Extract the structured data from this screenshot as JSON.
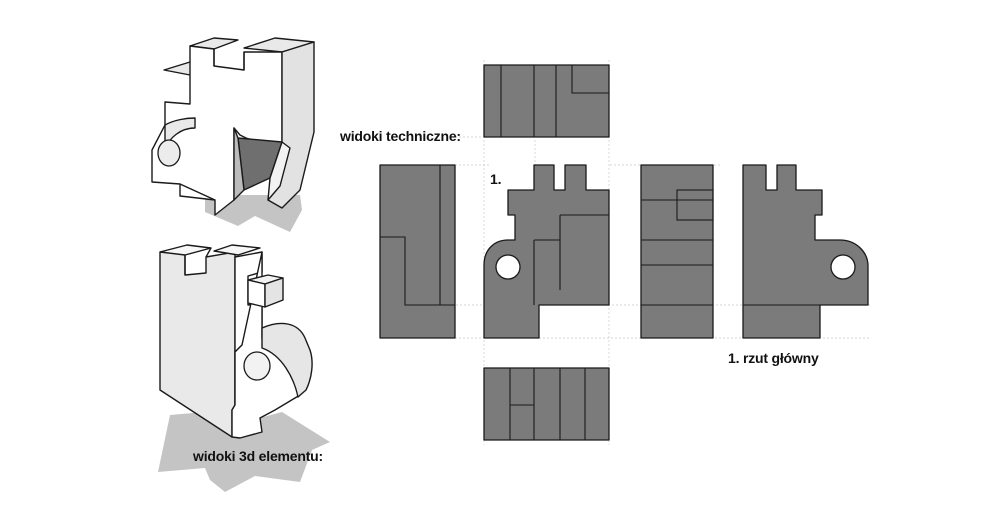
{
  "labels": {
    "technical_views": "widoki techniczne:",
    "view_number": "1.",
    "main_view": "1. rzut główny",
    "views_3d": "widoki 3d elementu:"
  },
  "colors": {
    "view_fill": "#7b7b7b",
    "shadow": "#c4c4c4",
    "face_white": "#ffffff",
    "face_light": "#e9e9e9",
    "face_mid": "#d2d2d2"
  }
}
